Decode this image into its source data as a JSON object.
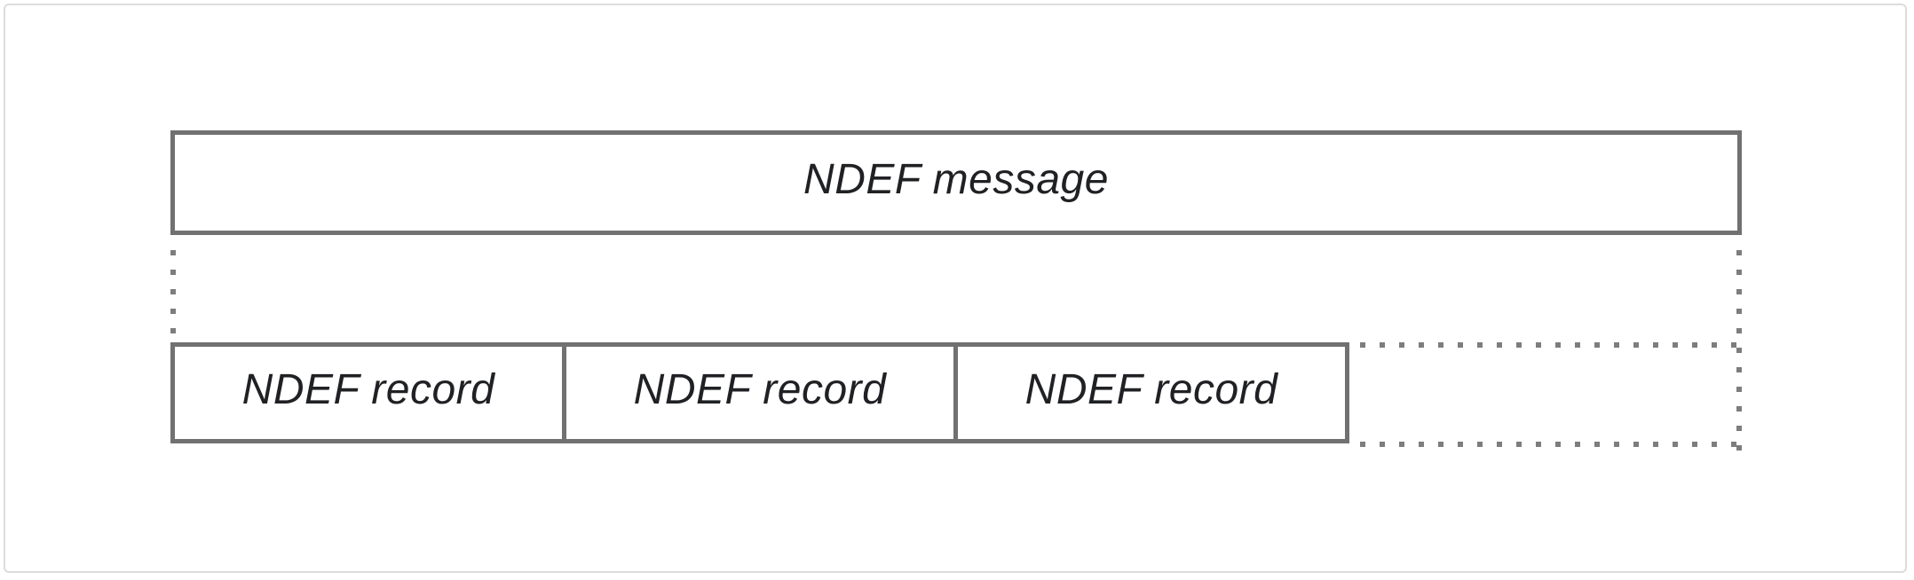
{
  "diagram": {
    "message_box": {
      "label": "NDEF message"
    },
    "records": [
      {
        "label": "NDEF record"
      },
      {
        "label": "NDEF record"
      },
      {
        "label": "NDEF record"
      }
    ],
    "connectors": {
      "style": "dotted",
      "meaning": "message expands into records; trailing dotted region implies more records"
    },
    "colors": {
      "background": "#ffffff",
      "frame_border": "#dcdcdc",
      "box_border": "#717171",
      "dotted_line": "#7d7d7d",
      "text": "#202124"
    }
  }
}
